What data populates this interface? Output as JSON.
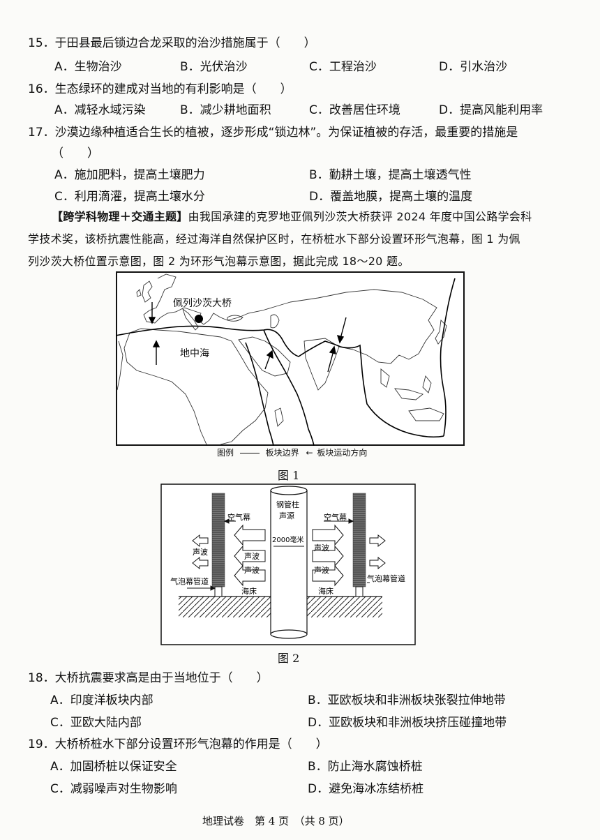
{
  "questions": {
    "q15": {
      "stem": "15．于田县最后锁边合龙采取的治沙措施属于（　　）",
      "options": [
        "A．生物治沙",
        "B．光伏治沙",
        "C．工程治沙",
        "D．引水治沙"
      ]
    },
    "q16": {
      "stem": "16．生态绿环的建成对当地的有利影响是（　　）",
      "options": [
        "A．减轻水域污染",
        "B．减少耕地面积",
        "C．改善居住环境",
        "D．提高风能利用率"
      ]
    },
    "q17": {
      "stem": "17．沙漠边缘种植适合生长的植被，逐步形成“锁边林”。为保证植被的存活，最重要的措施是",
      "stem_cont": "（　　）",
      "options": [
        "A．施加肥料，提高土壤肥力",
        "B．勤耕土壤，提高土壤透气性",
        "C．利用滴灌，提高土壤水分",
        "D．覆盖地膜，提高土壤的温度"
      ]
    },
    "q18": {
      "stem": "18．大桥抗震要求高是由于当地位于（　　）",
      "options": [
        "A．印度洋板块内部",
        "B．亚欧板块和非洲板块张裂拉伸地带",
        "C．亚欧大陆内部",
        "D．亚欧板块和非洲板块挤压碰撞地带"
      ]
    },
    "q19": {
      "stem": "19．大桥桥桩水下部分设置环形气泡幕的作用是（　　）",
      "options": [
        "A．加固桥桩以保证安全",
        "B．防止海水腐蚀桥桩",
        "C．减弱噪声对生物影响",
        "D．避免海冰冻结桥桩"
      ]
    }
  },
  "intro": {
    "heading": "【跨学科物理＋交通主题】",
    "line1_rest": "由我国承建的克罗地亚佩列沙茨大桥获评 2024 年度中国公路学会科",
    "line2": "学技术奖，该桥抗震性能高，经过海洋自然保护区时，在桥桩水下部分设置环形气泡幕，图 1 为佩",
    "line3": "列沙茨大桥位置示意图，图 2 为环形气泡幕示意图，据此完成 18～20 题。"
  },
  "figure1": {
    "bridge_label": "佩列沙茨大桥",
    "sea_label": "地中海",
    "legend_prefix": "图例",
    "legend_boundary": "板块边界",
    "legend_motion": "板块运动方向",
    "caption": "图 1"
  },
  "figure2": {
    "pipe_label_1": "钢管柱",
    "pipe_label_2": "声源",
    "diameter_label": "2000毫米",
    "air_curtain_left": "空气幕",
    "air_curtain_right": "空气幕",
    "sound_wave_outer": "声波",
    "sound_wave_inner_l1": "声波",
    "sound_wave_inner_l2": "声波",
    "sound_wave_inner_r1": "声波",
    "sound_wave_inner_r2": "声波",
    "bubble_pipe_left": "气泡幕管道",
    "bubble_pipe_right": "气泡幕管道",
    "seabed_left": "海床",
    "seabed_right": "海床",
    "caption": "图 2"
  },
  "footer": "地理试卷　第 4 页　（共 8 页）"
}
